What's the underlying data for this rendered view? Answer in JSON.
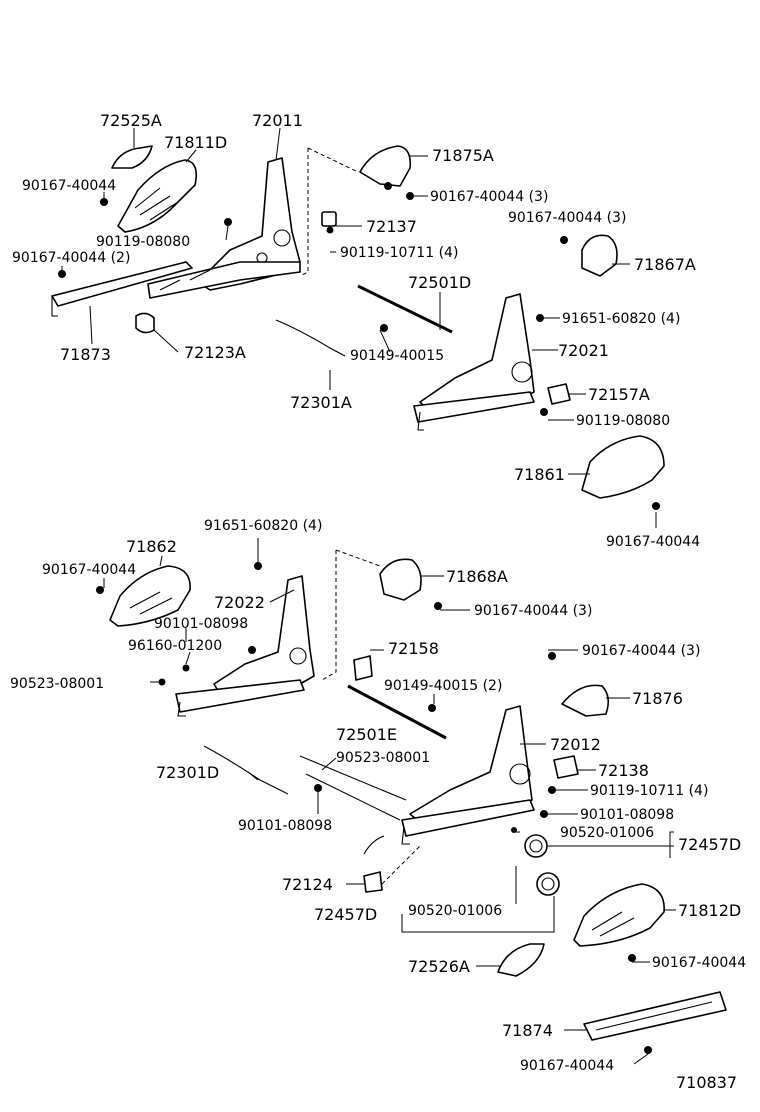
{
  "labels": {
    "p72525A": "72525A",
    "p71811D": "71811D",
    "p72011": "72011",
    "p71875A": "71875A",
    "p90167_40044_a": "90167-40044",
    "p90167_40044_3_a": "90167-40044 (3)",
    "p72137": "72137",
    "p90167_40044_3_b": "90167-40044 (3)",
    "p90119_08080_a": "90119-08080",
    "p90119_10711_4_a": "90119-10711 (4)",
    "p90167_40044_2": "90167-40044 (2)",
    "p71867A": "71867A",
    "p72501D": "72501D",
    "p91651_60820_4_a": "91651-60820 (4)",
    "p71873": "71873",
    "p72123A": "72123A",
    "p90149_40015": "90149-40015",
    "p72021": "72021",
    "p72301A": "72301A",
    "p72157A": "72157A",
    "p90119_08080_b": "90119-08080",
    "p71861": "71861",
    "p90167_40044_b": "90167-40044",
    "p91651_60820_4_b": "91651-60820 (4)",
    "p71862": "71862",
    "p90167_40044_c": "90167-40044",
    "p71868A": "71868A",
    "p72022": "72022",
    "p90167_40044_3_c": "90167-40044 (3)",
    "p90101_08098_a": "90101-08098",
    "p96160_01200": "96160-01200",
    "p72158": "72158",
    "p90523_08001_a": "90523-08001",
    "p90149_40015_2": "90149-40015 (2)",
    "p90167_40044_3_d": "90167-40044 (3)",
    "p71876": "71876",
    "p72501E": "72501E",
    "p72012": "72012",
    "p90523_08001_b": "90523-08001",
    "p72301D": "72301D",
    "p72138": "72138",
    "p90119_10711_4_b": "90119-10711 (4)",
    "p90101_08098_b": "90101-08098",
    "p90101_08098_c": "90101-08098",
    "p90520_01006_a": "90520-01006",
    "p72457D_a": "72457D",
    "p72124": "72124",
    "p72457D_b": "72457D",
    "p90520_01006_b": "90520-01006",
    "p71812D": "71812D",
    "p90167_40044_d": "90167-40044",
    "p72526A": "72526A",
    "p71874": "71874",
    "p90167_40044_e": "90167-40044",
    "diagram_id": "710837"
  }
}
